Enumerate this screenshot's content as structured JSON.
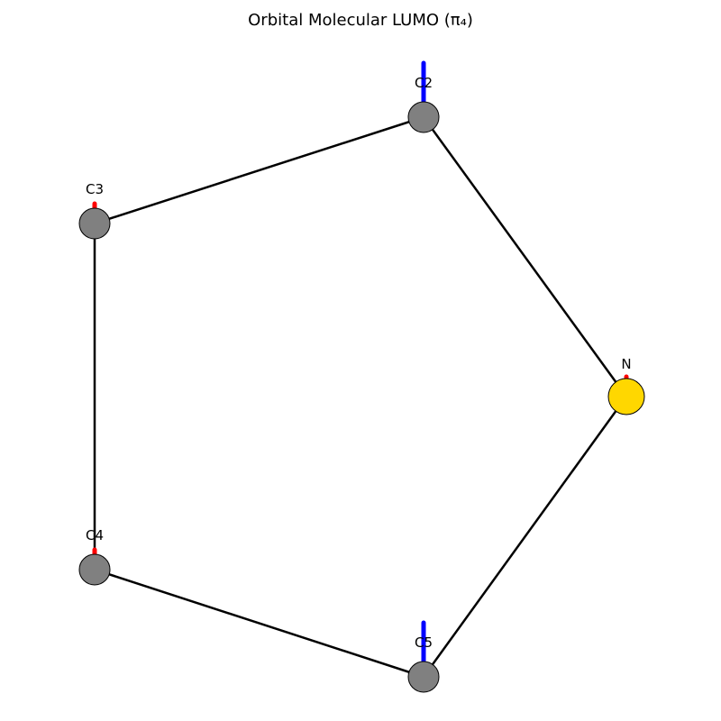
{
  "title": "Orbital Molecular LUMO (π₄)",
  "colors": {
    "carbon": "#808080",
    "nitrogen": "#ffd700",
    "positive_lobe": "#0000ff",
    "negative_lobe": "#ff0000",
    "bond": "#000000"
  },
  "atoms": [
    {
      "id": "N",
      "label": "N",
      "element": "nitrogen",
      "coefficient_sign": "negative",
      "coefficient_magnitude": "small"
    },
    {
      "id": "C2",
      "label": "C2",
      "element": "carbon",
      "coefficient_sign": "positive",
      "coefficient_magnitude": "large"
    },
    {
      "id": "C3",
      "label": "C3",
      "element": "carbon",
      "coefficient_sign": "negative",
      "coefficient_magnitude": "small"
    },
    {
      "id": "C4",
      "label": "C4",
      "element": "carbon",
      "coefficient_sign": "negative",
      "coefficient_magnitude": "small"
    },
    {
      "id": "C5",
      "label": "C5",
      "element": "carbon",
      "coefficient_sign": "positive",
      "coefficient_magnitude": "large"
    }
  ],
  "bonds": [
    [
      "N",
      "C2"
    ],
    [
      "C2",
      "C3"
    ],
    [
      "C3",
      "C4"
    ],
    [
      "C4",
      "C5"
    ],
    [
      "C5",
      "N"
    ]
  ]
}
